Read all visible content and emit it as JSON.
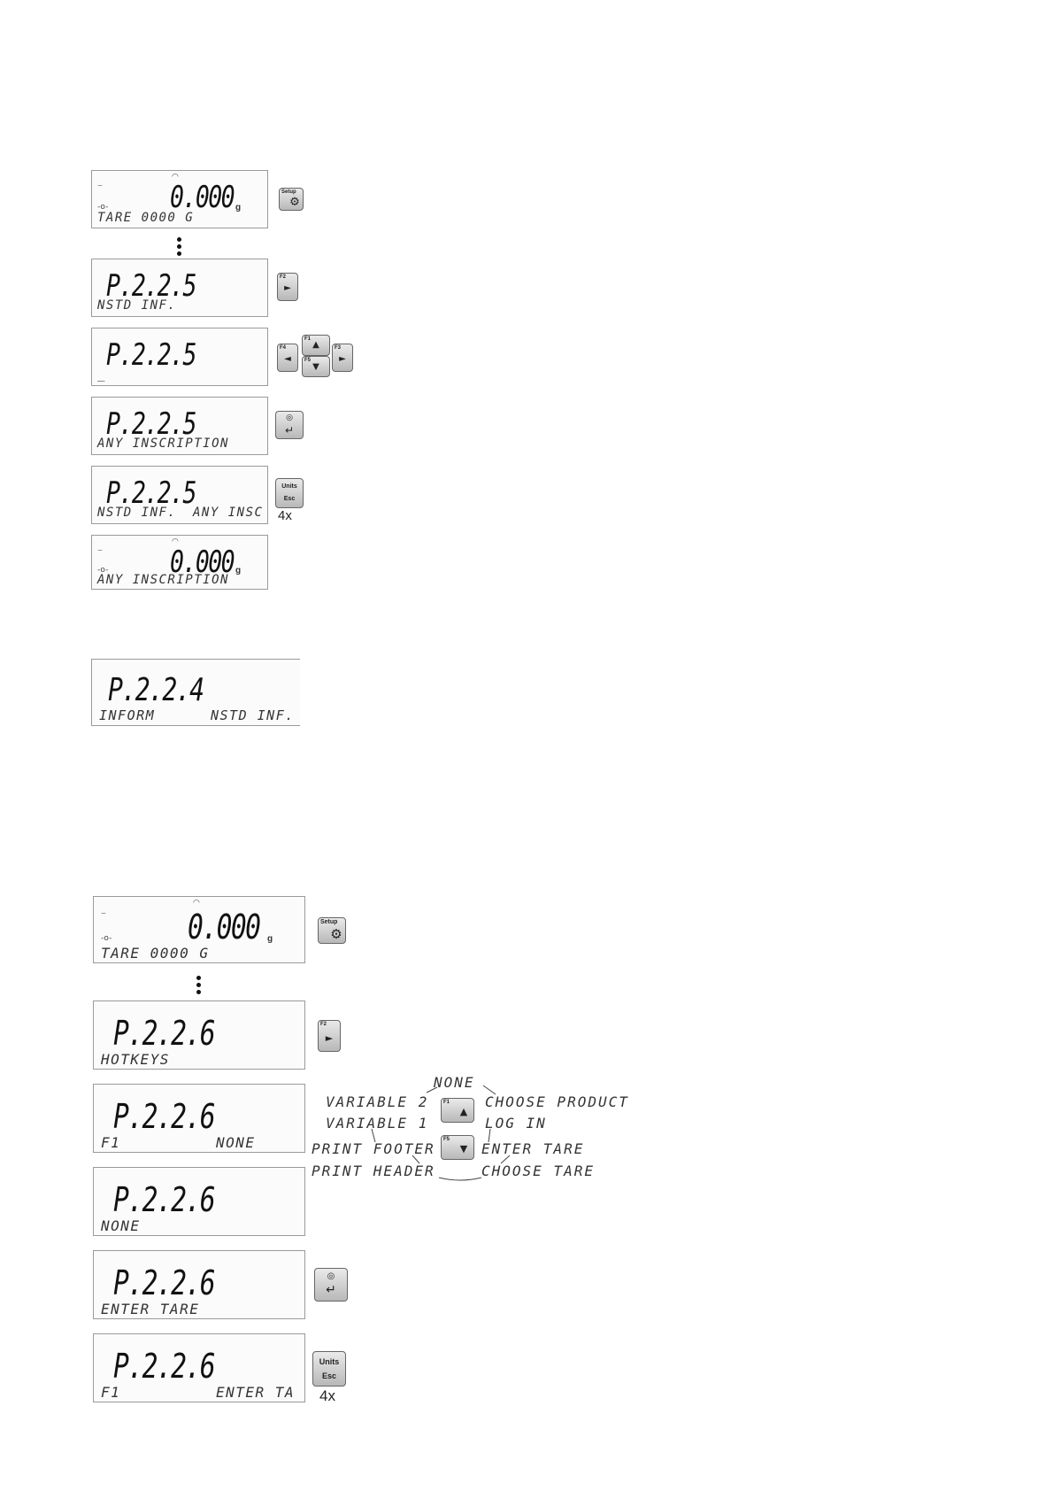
{
  "section1": {
    "step1": {
      "big": "0.000",
      "unit": "g",
      "text": "TARE 0000 G"
    },
    "step2": {
      "big": "P.2.2.5",
      "text": "NSTD INF."
    },
    "step3": {
      "big": "P.2.2.5",
      "text": "_"
    },
    "step4": {
      "big": "P.2.2.5",
      "text": "ANY INSCRIPTION"
    },
    "step5": {
      "big": "P.2.2.5",
      "text_left": "NSTD INF.",
      "text_right": "ANY INSC"
    },
    "step6": {
      "big": "0.000",
      "unit": "g",
      "text": "ANY INSCRIPTION"
    },
    "repeat": "4x"
  },
  "section2": {
    "display": {
      "big": "P.2.2.4",
      "text_left": "INFORM",
      "text_right": "NSTD INF."
    }
  },
  "section3": {
    "step1": {
      "big": "0.000",
      "unit": "g",
      "text": "TARE 0000 G"
    },
    "step2": {
      "big": "P.2.2.6",
      "text": "HOTKEYS"
    },
    "step3": {
      "big": "P.2.2.6",
      "text_left": "F1",
      "text_right": "NONE"
    },
    "step4": {
      "big": "P.2.2.6",
      "text": "NONE"
    },
    "step5": {
      "big": "P.2.2.6",
      "text": "ENTER TARE"
    },
    "step6": {
      "big": "P.2.2.6",
      "text_left": "F1",
      "text_right": "ENTER TA"
    },
    "repeat": "4x",
    "options": {
      "none": "NONE",
      "variable2": "VARIABLE 2",
      "variable1": "VARIABLE 1",
      "print_footer": "PRINT FOOTER",
      "print_header": "PRINT HEADER",
      "choose_product": "CHOOSE PRODUCT",
      "log_in": "LOG IN",
      "enter_tare": "ENTER TARE",
      "choose_tare": "CHOOSE TARE"
    }
  },
  "keys": {
    "setup": "Setup",
    "units": "Units",
    "esc": "Esc",
    "f1": "F1",
    "f2": "F2",
    "f3": "F3",
    "f4": "F4",
    "f5": "F5"
  },
  "icons": [
    "gear-icon",
    "arrow-right-icon",
    "arrow-left-icon",
    "arrow-up-icon",
    "arrow-down-icon",
    "enter-icon"
  ]
}
